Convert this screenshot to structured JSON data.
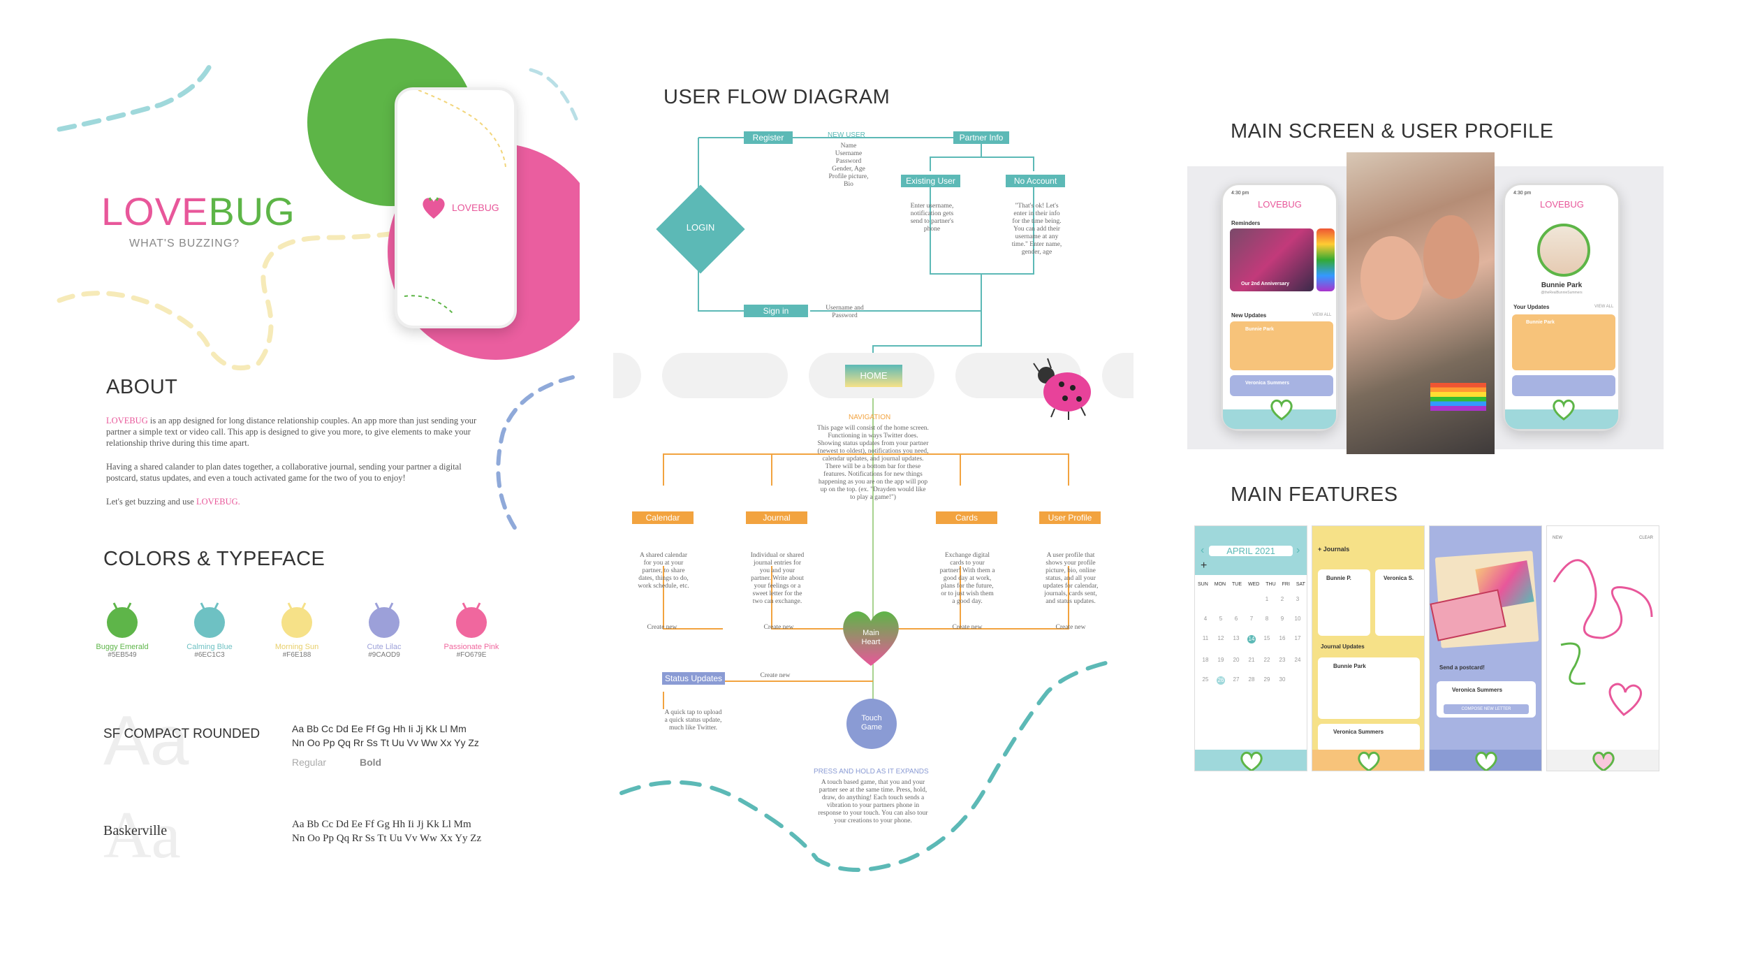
{
  "brand": {
    "name_love": "LOVE",
    "name_bug": "BUG",
    "tagline": "WHAT'S BUZZING?",
    "phone_logo": "LOVEBUG"
  },
  "about": {
    "heading": "ABOUT",
    "p1_brand": "LOVEBUG",
    "p1": "is an app designed for long distance relationship couples. An app more than just sending your partner a simple text or video call. This app is designed to give you more, to give elements to make your relationship thrive during this time apart.",
    "p2": "Having a shared calander to plan dates together, a collaborative journal, sending your partner a digital postcard, status updates, and even a touch activated game for the two of you to enjoy!",
    "p3_pre": "Let's get buzzing and use",
    "p3_brand": "LOVEBUG."
  },
  "colors": {
    "heading": "COLORS & TYPEFACE",
    "swatches": [
      {
        "name": "Buggy Emerald",
        "hex": "#5EB549",
        "color": "#5EB549"
      },
      {
        "name": "Calming Blue",
        "hex": "#6EC1C3",
        "color": "#6EC1C3"
      },
      {
        "name": "Morning Sun",
        "hex": "#F6E188",
        "color": "#F6E188"
      },
      {
        "name": "Cute Lilac",
        "hex": "#9CAOD9",
        "color": "#9CA0D9"
      },
      {
        "name": "Passionate Pink",
        "hex": "#FO679E",
        "color": "#F0679E"
      }
    ]
  },
  "typeface": {
    "sf_name": "SF COMPACT ROUNDED",
    "sf_line1": "Aa Bb Cc Dd Ee Ff Gg Hh Ii Jj Kk Ll Mm",
    "sf_line2": "Nn Oo Pp Qq Rr Ss Tt Uu Vv Ww Xx Yy Zz",
    "sf_regular": "Regular",
    "sf_bold": "Bold",
    "sf_aa": "Aa",
    "bask_name": "Baskerville",
    "bask_line1": "Aa Bb Cc Dd Ee Ff Gg Hh Ii Jj Kk Ll Mm",
    "bask_line2": "Nn Oo Pp Qq Rr Ss Tt Uu Vv Ww Xx Yy Zz",
    "bask_aa": "Aa"
  },
  "flow": {
    "heading": "USER FLOW DIAGRAM",
    "login": "LOGIN",
    "register": "Register",
    "new_user": "NEW USER",
    "new_user_fields": [
      "Name",
      "Username",
      "Password",
      "Gender, Age",
      "Profile picture,",
      "Bio"
    ],
    "partner_info": "Partner Info",
    "existing_user": "Existing User",
    "no_account": "No Account",
    "existing_text": "Enter username, notification gets send to partner's phone",
    "no_account_text": "\"That's ok! Let's enter in their info for the time being. You can add their username at any time.\" Enter name, gender, age",
    "sign_in": "Sign in",
    "sign_in_text": "Username and Password",
    "home": "HOME",
    "navigation": "NAVIGATION",
    "nav_text": "This page will consist of the home screen. Functioning in ways Twitter does. Showing status updates from your partner (newest to oldest), notifications you need, calendar updates, and journal updates. There will be a bottom bar for these features. Notifications for new things happening as you are on the app will pop up on the top. (ex. \"Drayden would like to play a game!\")",
    "calendar": "Calendar",
    "calendar_text": "A shared calendar for you at your partner, to share dates, things to do, work schedule, etc.",
    "journal": "Journal",
    "journal_text": "Individual or shared journal entries for you and your partner. Write about your feelings or a sweet letter for the two can exchange.",
    "cards": "Cards",
    "cards_text": "Exchange digital cards to your partner! With them a good day at work, plans for the future, or to just wish them a good day.",
    "user_profile": "User Profile",
    "user_profile_text": "A user profile that shows your profile picture, bio, online status, and all your updates for calendar, journals, cards sent, and status updates.",
    "create_new": "Create new",
    "main_heart": "Main Heart",
    "status_updates": "Status Updates",
    "status_text": "A quick tap to upload a quick status update, much like Twitter.",
    "touch_game": "Touch Game",
    "press_hold": "PRESS AND HOLD AS IT EXPANDS",
    "game_text": "A touch based game, that you and your partner see at the same time. Press, hold, draw, do anything! Each touch sends a vibration to your partners phone in response to your touch. You can also tour your creations to your phone."
  },
  "main_screen": {
    "heading": "MAIN SCREEN & USER PROFILE",
    "time": "4:30 pm",
    "logo": "LOVEBUG",
    "reminders": "Reminders",
    "anniversary": "Our 2nd Anniversary",
    "new_updates": "New Updates",
    "view_all": "VIEW ALL",
    "user_name": "Bunnie Park",
    "user_handle": "@theRealBunnieSummers",
    "your_updates": "Your Updates",
    "veronica": "Veronica Summers"
  },
  "features": {
    "heading": "MAIN FEATURES",
    "month": "APRIL 2021",
    "weekdays": [
      "SUN",
      "MON",
      "TUE",
      "WED",
      "THU",
      "FRI",
      "SAT"
    ],
    "days": [
      "",
      "",
      "",
      "",
      "1",
      "2",
      "3",
      "4",
      "5",
      "6",
      "7",
      "8",
      "9",
      "10",
      "11",
      "12",
      "13",
      "14",
      "15",
      "16",
      "17",
      "18",
      "19",
      "20",
      "21",
      "22",
      "23",
      "24",
      "25",
      "26",
      "27",
      "28",
      "29",
      "30",
      ""
    ],
    "journals": "Journals",
    "journal_updates": "Journal Updates",
    "send_postcard": "Send a postcard!",
    "compose": "COMPOSE NEW LETTER",
    "new": "NEW",
    "clear": "CLEAR",
    "bunnie": "Bunnie P.",
    "veronica_s": "Veronica S."
  }
}
